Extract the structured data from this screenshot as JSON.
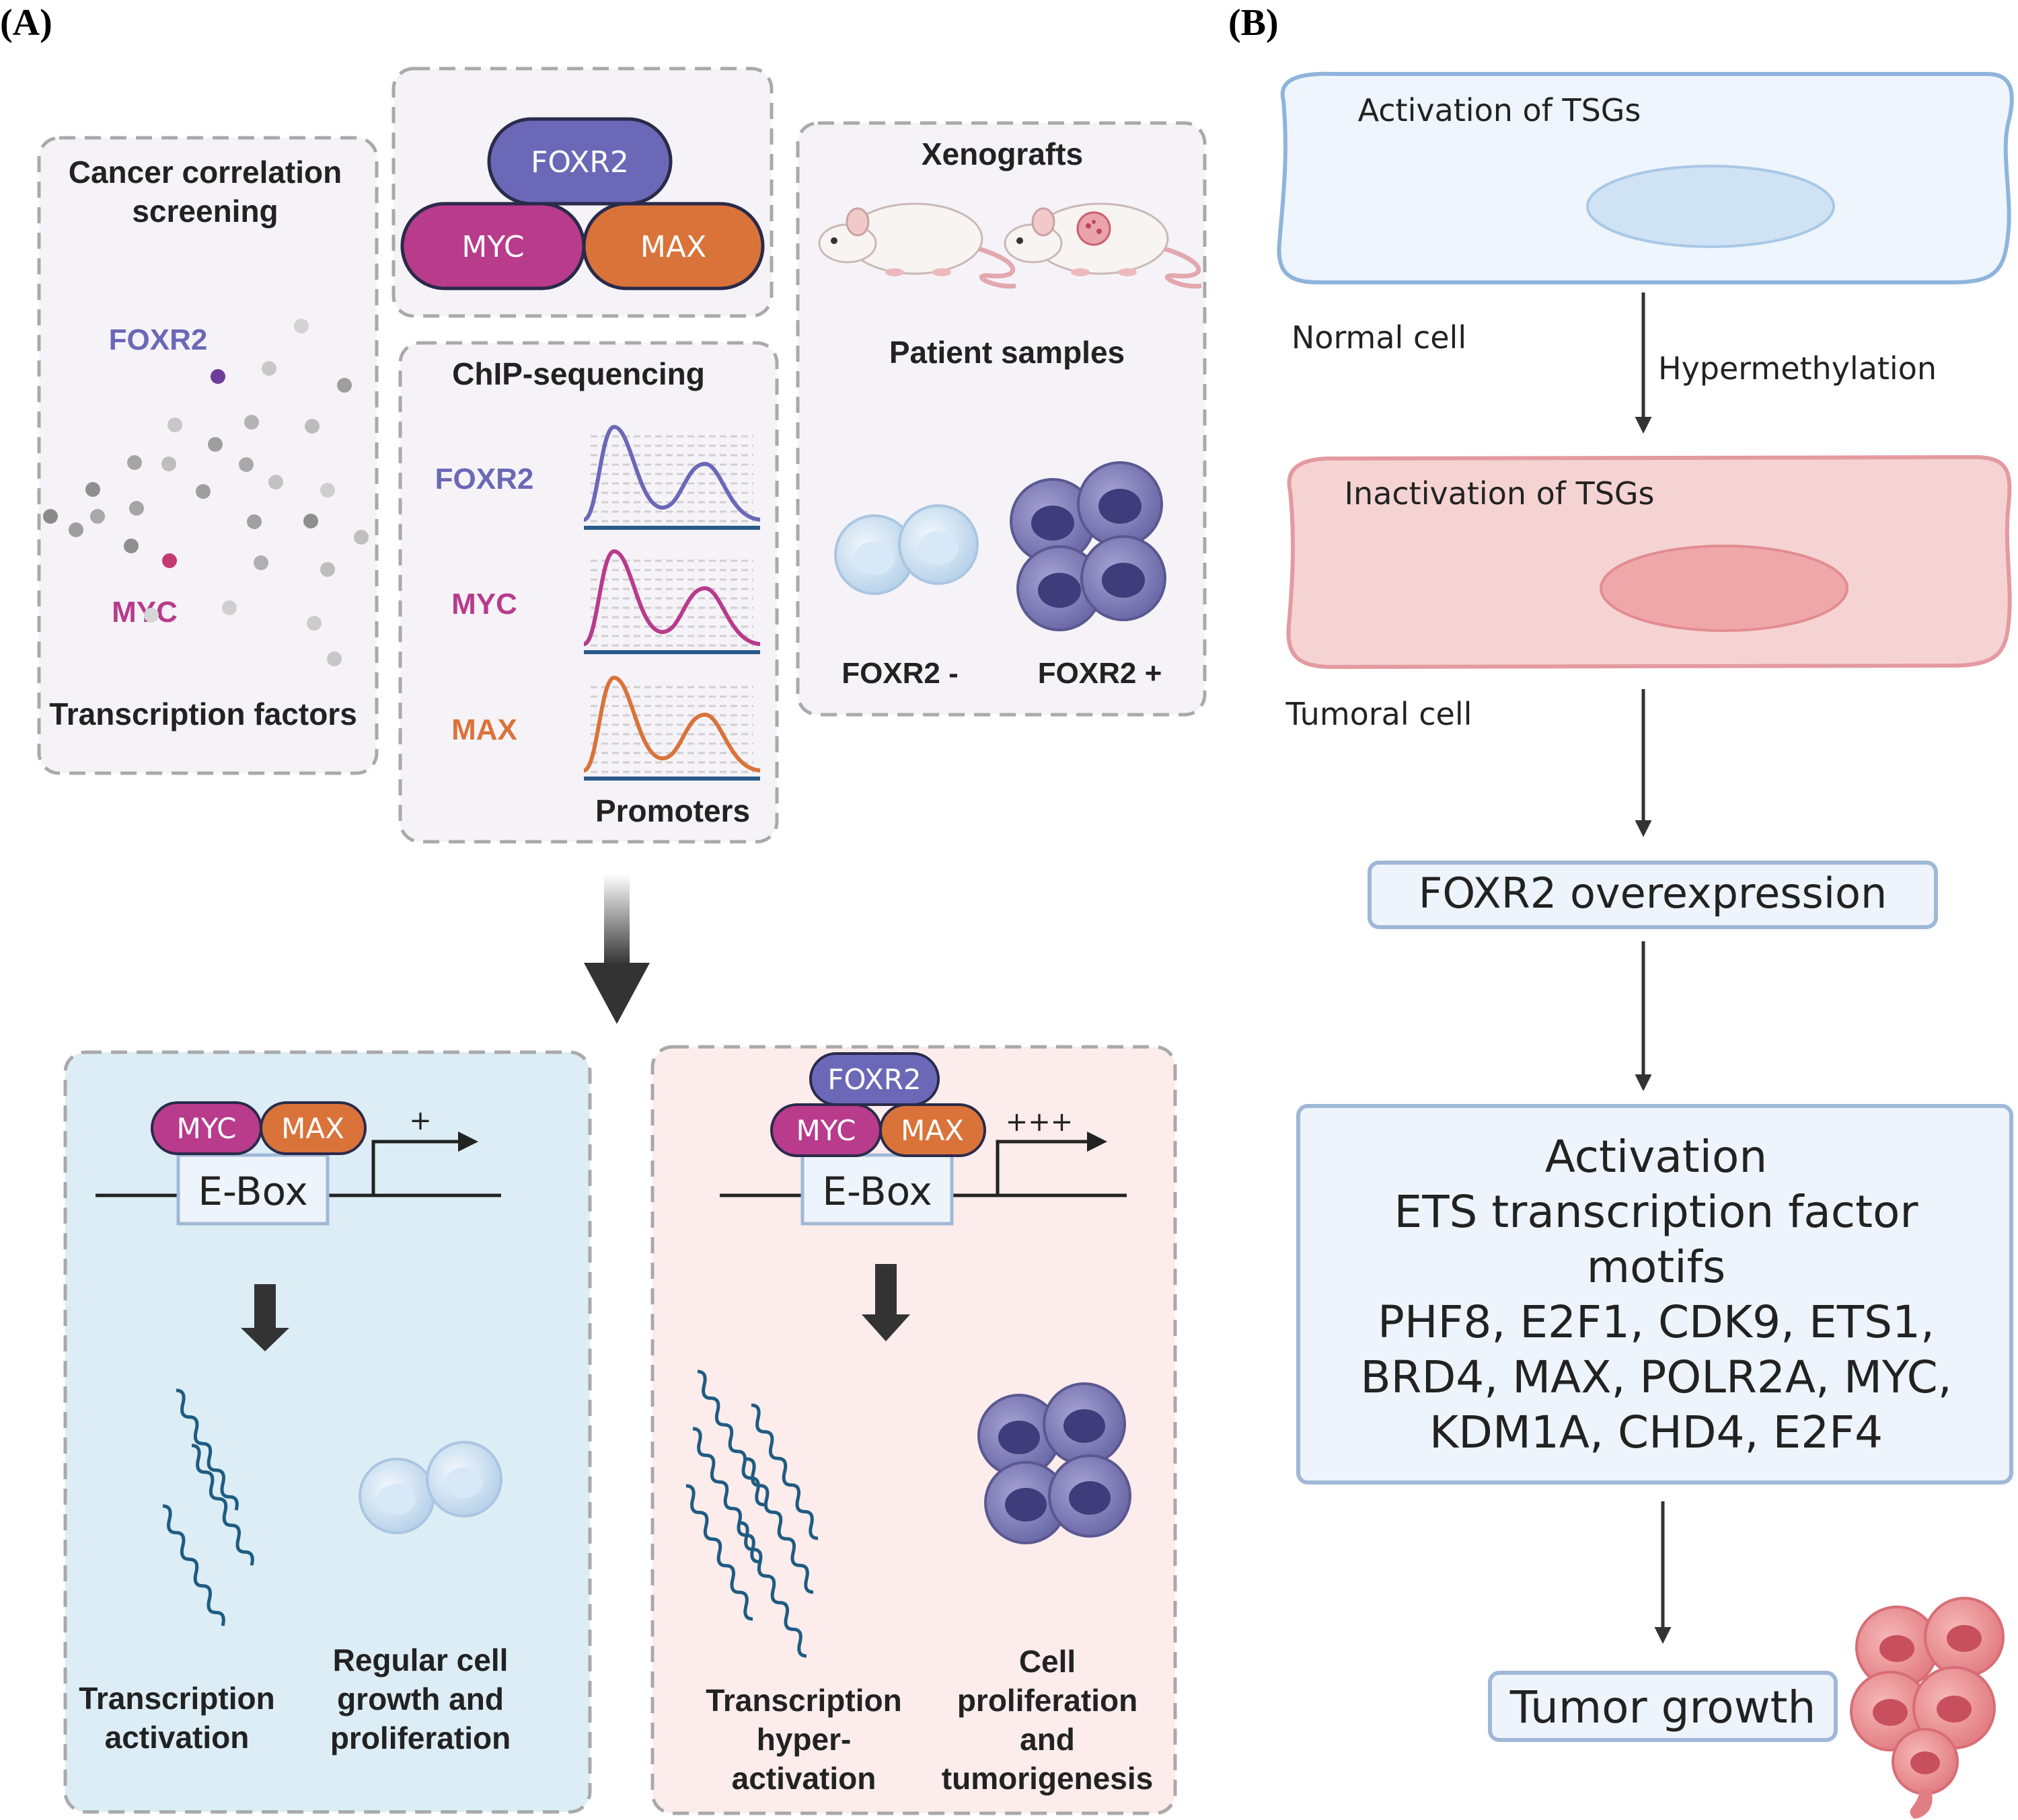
{
  "panel_labels": {
    "a": "(A)",
    "b": "(B)"
  },
  "colors": {
    "foxr2": "#6b68b8",
    "myc": "#b83b8c",
    "max": "#d9733a",
    "normal_fill": "#eef5fc",
    "normal_stroke": "#8fb4dc",
    "tumor_fill": "#f6d3d3",
    "tumor_stroke": "#e39aa0",
    "box_stroke": "#9fb8d6",
    "panel_blue": "#dcedf5",
    "panel_pink": "#fcecec",
    "wave": "#1f5c82"
  },
  "panelA": {
    "screening": {
      "title1": "Cancer correlation",
      "title2": "screening",
      "foxr2_label": "FOXR2",
      "myc_label": "MYC",
      "footer": "Transcription factors"
    },
    "complex": {
      "foxr2": "FOXR2",
      "myc": "MYC",
      "max": "MAX"
    },
    "chip": {
      "title": "ChIP-sequencing",
      "rows": [
        "FOXR2",
        "MYC",
        "MAX"
      ],
      "footer": "Promoters"
    },
    "xeno": {
      "title": "Xenografts",
      "patients": "Patient samples",
      "neg": "FOXR2 -",
      "pos": "FOXR2 +"
    },
    "normal_box": {
      "myc": "MYC",
      "max": "MAX",
      "ebox": "E-Box",
      "sign": "+",
      "left1": "Transcription",
      "left2": "activation",
      "right1": "Regular cell",
      "right2": "growth and",
      "right3": "proliferation"
    },
    "foxr2_box": {
      "foxr2": "FOXR2",
      "myc": "MYC",
      "max": "MAX",
      "ebox": "E-Box",
      "sign": "+++",
      "left1": "Transcription",
      "left2": "hyper-",
      "left3": "activation",
      "right1": "Cell",
      "right2": "proliferation",
      "right3": "and",
      "right4": "tumorigenesis"
    }
  },
  "panelB": {
    "normal_title": "Activation of TSGs",
    "normal_label": "Normal cell",
    "arrow_label": "Hypermethylation",
    "tumor_title": "Inactivation of TSGs",
    "tumor_label": "Tumoral cell",
    "overexpression": "FOXR2 overexpression",
    "motifs": [
      "Activation",
      "ETS transcription factor",
      "motifs",
      "PHF8, E2F1, CDK9, ETS1,",
      "BRD4, MAX, POLR2A, MYC,",
      "KDM1A, CHD4, E2F4"
    ],
    "tumor_growth": "Tumor growth"
  }
}
